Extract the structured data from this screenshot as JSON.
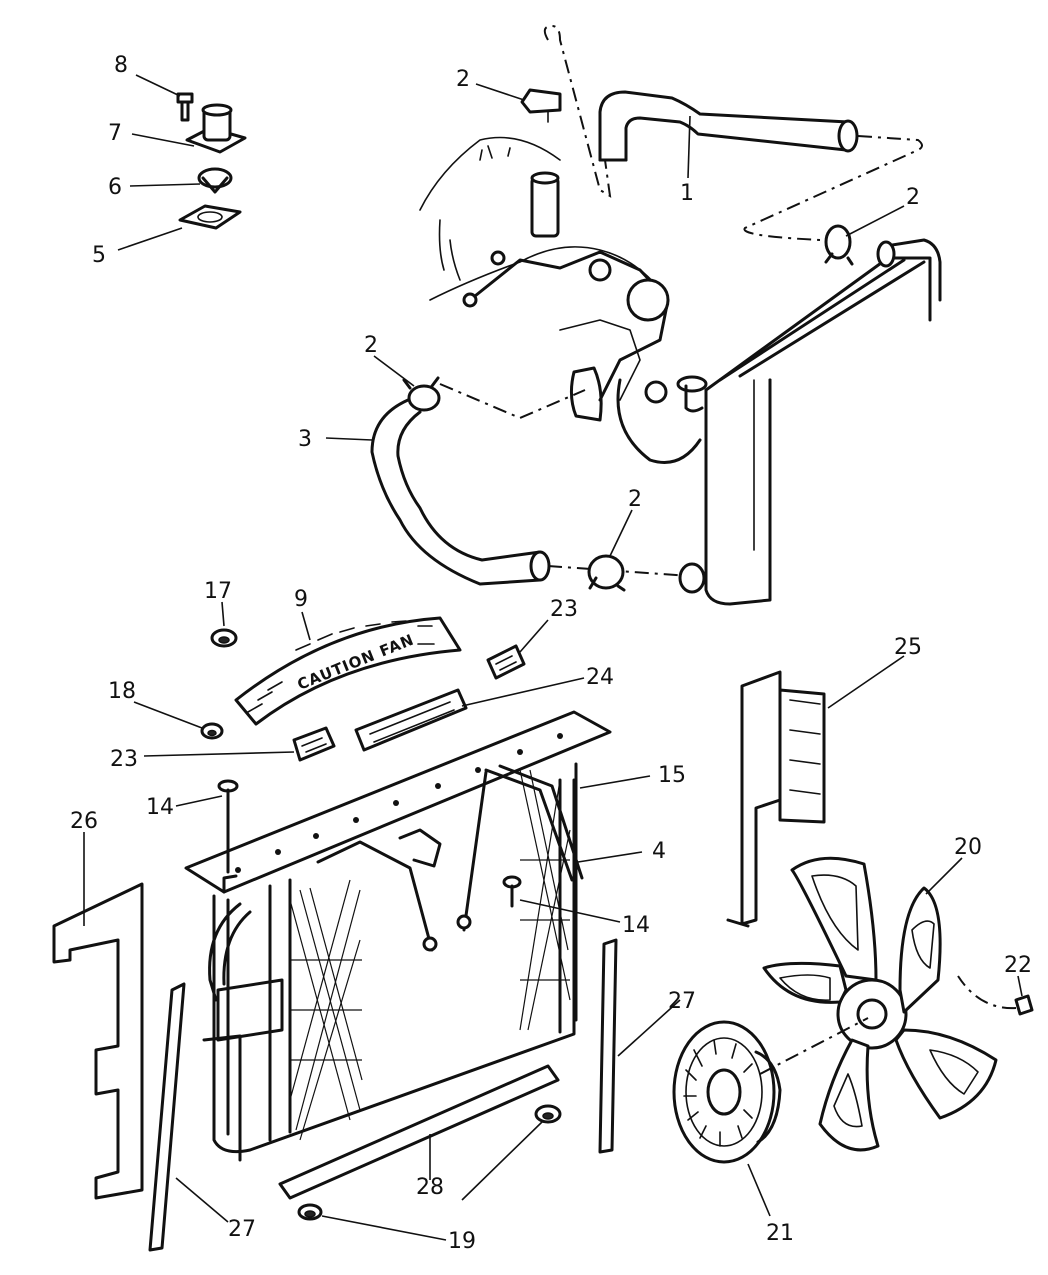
{
  "decal_text": "CAUTION FAN",
  "callouts": {
    "c1": "1",
    "c2a": "2",
    "c2b": "2",
    "c2c": "2",
    "c2d": "2",
    "c3": "3",
    "c4": "4",
    "c5": "5",
    "c6": "6",
    "c7": "7",
    "c8": "8",
    "c9": "9",
    "c14a": "14",
    "c14b": "14",
    "c15": "15",
    "c17": "17",
    "c18": "18",
    "c19": "19",
    "c20": "20",
    "c21": "21",
    "c22": "22",
    "c23a": "23",
    "c23b": "23",
    "c24": "24",
    "c25": "25",
    "c26": "26",
    "c27a": "27",
    "c27b": "27",
    "c28": "28"
  }
}
